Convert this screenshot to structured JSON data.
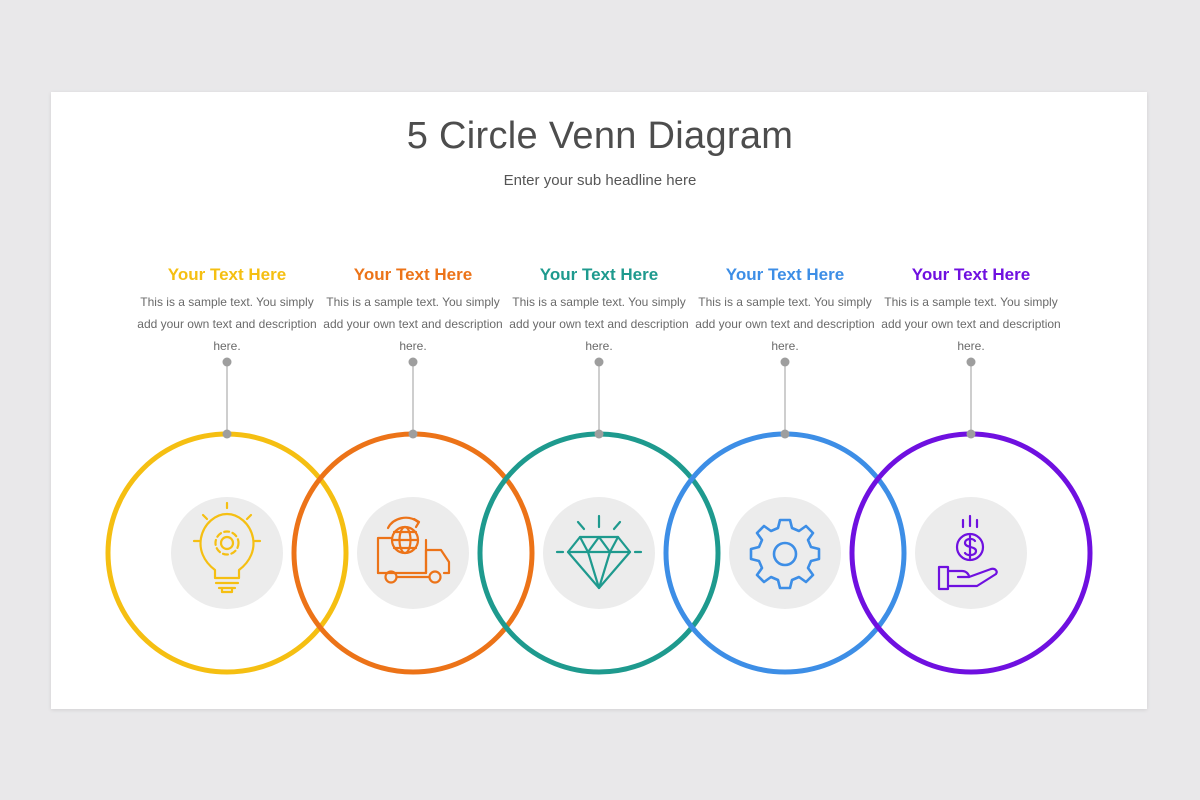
{
  "slide": {
    "title": "5 Circle Venn Diagram",
    "subtitle": "Enter your sub headline here"
  },
  "items": [
    {
      "heading": "Your Text Here",
      "description": "This is a sample text. You simply add your own text and description here.",
      "color": "#f5bf12",
      "icon": "lightbulb-gear-icon"
    },
    {
      "heading": "Your Text Here",
      "description": "This is a sample text. You simply add your own text and description here.",
      "color": "#ec7318",
      "icon": "delivery-truck-globe-icon"
    },
    {
      "heading": "Your Text Here",
      "description": "This is a sample text. You simply add your own text and description here.",
      "color": "#1e9a8e",
      "icon": "diamond-icon"
    },
    {
      "heading": "Your Text Here",
      "description": "This is a sample text. You simply add your own text and description here.",
      "color": "#3d8ee6",
      "icon": "gear-icon"
    },
    {
      "heading": "Your Text Here",
      "description": "This is a sample text. You simply add your own text and description here.",
      "color": "#6f10e0",
      "icon": "hand-dollar-coin-icon"
    }
  ],
  "colors": {
    "connector": "#bdbdbd",
    "connector_dot": "#9e9e9e",
    "icon_disc": "#ececec"
  }
}
